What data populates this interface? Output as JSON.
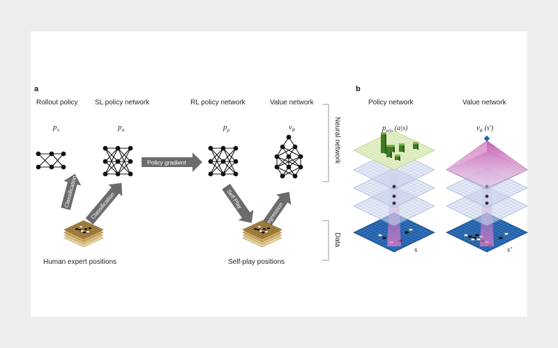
{
  "panel_a": {
    "label": "a",
    "titles": {
      "rollout": "Rollout policy",
      "sl": "SL policy network",
      "rl": "RL policy network",
      "value": "Value network"
    },
    "symbols": {
      "rollout": "p",
      "rollout_sub": "π",
      "sl": "p",
      "sl_sub": "σ",
      "rl": "p",
      "rl_sub": "ρ",
      "value": "v",
      "value_sub": "θ"
    },
    "arrows": {
      "classification_left": "Classification",
      "classification_right": "Classification",
      "policy_gradient": "Policy gradient",
      "self_play": "Self Play",
      "regression": "Regression"
    },
    "captions": {
      "human": "Human expert positions",
      "selfplay": "Self-play positions"
    },
    "side_labels": {
      "neural_network": "Neural network",
      "data": "Data"
    }
  },
  "panel_b": {
    "label": "b",
    "titles": {
      "policy": "Policy network",
      "value": "Value network"
    },
    "formulas": {
      "policy_p": "p",
      "policy_sub": "σ/ρ",
      "policy_args": "(a|s)",
      "value_v": "v",
      "value_sub": "θ",
      "value_args": "(s′)"
    },
    "state_labels": {
      "s": "s",
      "s_prime": "s′"
    }
  },
  "colors": {
    "background": "#ededed",
    "panel": "#ffffff",
    "arrow": "#6b6b6b",
    "node": "#111111",
    "board_blue": "#1f5fa8",
    "policy_green": "#e3efc6",
    "value_pink": "#d9a3cf"
  }
}
